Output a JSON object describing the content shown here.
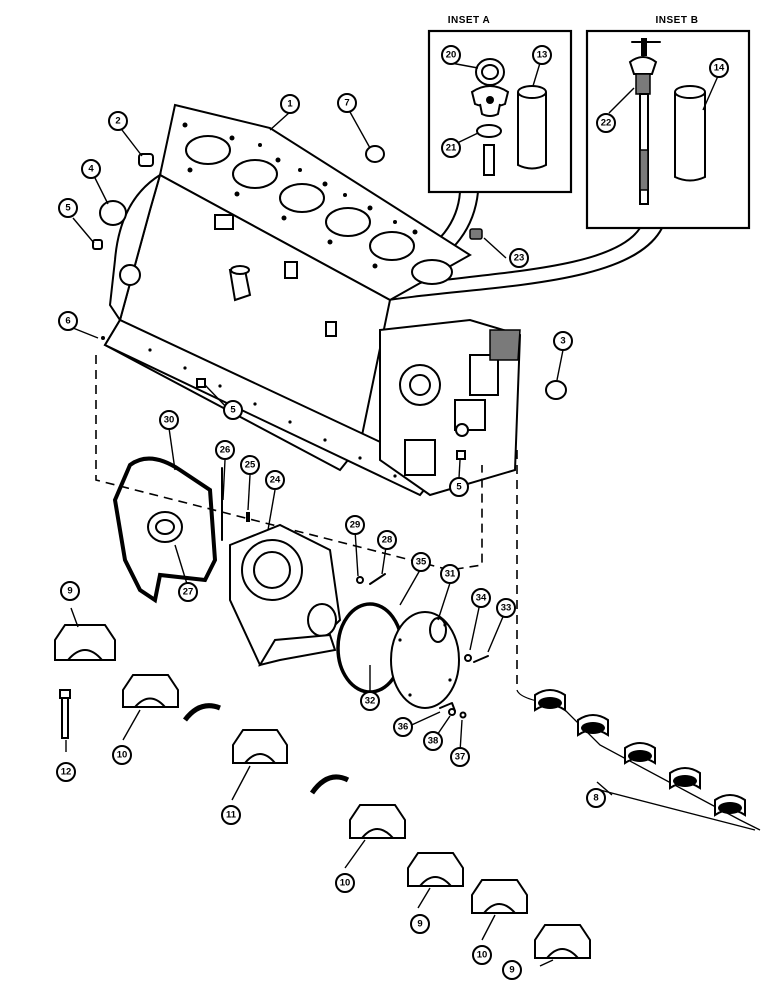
{
  "insets": [
    {
      "title": "INSET A"
    },
    {
      "title": "INSET B"
    }
  ],
  "callouts": [
    "1",
    "2",
    "3",
    "4",
    "5",
    "5",
    "5",
    "5",
    "6",
    "7",
    "8",
    "9",
    "9",
    "9",
    "10",
    "10",
    "10",
    "11",
    "12",
    "13",
    "14",
    "20",
    "21",
    "22",
    "23",
    "24",
    "25",
    "26",
    "27",
    "28",
    "29",
    "30",
    "31",
    "32",
    "33",
    "34",
    "35",
    "36",
    "37",
    "38"
  ]
}
